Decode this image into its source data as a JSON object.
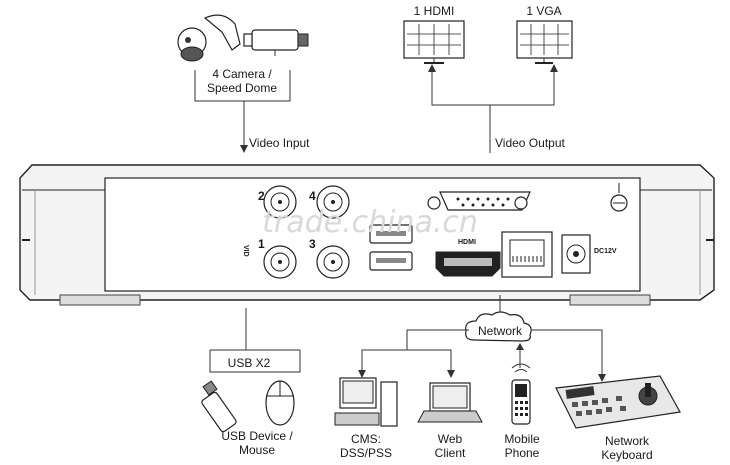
{
  "labels": {
    "camera_line1": "4 Camera /",
    "camera_line2": "Speed Dome",
    "video_input": "Video Input",
    "hdmi_monitor": "1 HDMI",
    "vga_monitor": "1 VGA",
    "video_output": "Video Output",
    "usb_count": "USB X2",
    "usb_device_line1": "USB Device /",
    "usb_device_line2": "Mouse",
    "network_cloud": "Network",
    "cms_line1": "CMS:",
    "cms_line2": "DSS/PSS",
    "web_line1": "Web",
    "web_line2": "Client",
    "mobile_line1": "Mobile",
    "mobile_line2": "Phone",
    "keyboard_line1": "Network",
    "keyboard_line2": "Keyboard"
  },
  "panel": {
    "bnc_2": "2",
    "bnc_4": "4",
    "bnc_1": "1",
    "bnc_3": "3",
    "video_label": "VID",
    "hdmi_port_label": "HDMI",
    "dc_label": "DC12V"
  },
  "watermark": "trade.china.cn"
}
